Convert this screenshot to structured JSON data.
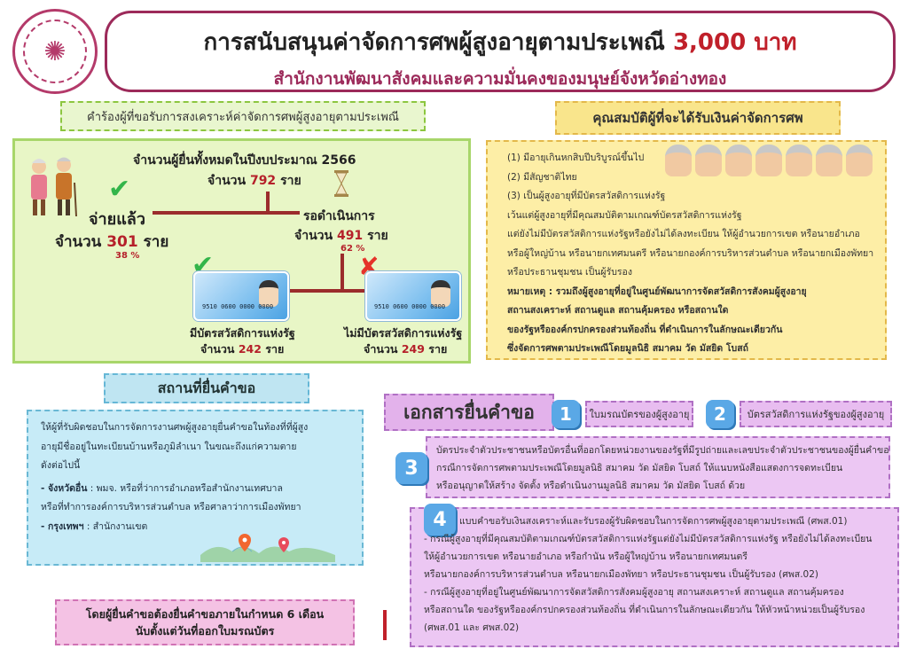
{
  "header": {
    "title": "การสนับสนุนค่าจัดการศพผู้สูงอายุตามประเพณี",
    "amount": "3,000 บาท",
    "subtitle": "สำนักงานพัฒนาสังคมและความมั่นคงของมนุษย์จังหวัดอ่างทอง"
  },
  "stats": {
    "section_label": "คำร้องผู้ที่ขอรับการสงเคราะห์ค่าจัดการศพผู้สูงอายุตามประเพณี",
    "total_label": "จำนวนผู้ยื่นทั้งหมดในปีงบประมาณ 2566",
    "total_prefix": "จำนวน",
    "total_value": "792",
    "unit": "ราย",
    "paid_label": "จ่ายแล้ว",
    "paid_prefix": "จำนวน",
    "paid_value": "301",
    "paid_percent": "38 %",
    "pending_label": "รอดำเนินการ",
    "pending_prefix": "จำนวน",
    "pending_value": "491",
    "pending_percent": "62 %",
    "card_yes_label": "มีบัตรสวัสดิการแห่งรัฐ",
    "card_yes_prefix": "จำนวน",
    "card_yes_value": "242",
    "card_no_label": "ไม่มีบัตรสวัสดิการแห่งรัฐ",
    "card_no_prefix": "จำนวน",
    "card_no_value": "249",
    "card_number": "9510 0600 0000 0000"
  },
  "qualifications": {
    "title": "คุณสมบัติผู้ที่จะได้รับเงินค่าจัดการศพ",
    "lines": [
      "(1) มีอายุเกินหกสิบปีบริบูรณ์ขึ้นไป",
      "(2) มีสัญชาติไทย",
      "(3) เป็นผู้สูงอายุที่มีบัตรสวัสดิการแห่งรัฐ",
      "เว้นแต่ผู้สูงอายุที่มีคุณสมบัติตามเกณฑ์บัตรสวัสดิการแห่งรัฐ",
      "แต่ยังไม่มีบัตรสวัสดิการแห่งรัฐหรือยังไม่ได้ลงทะเบียน ให้ผู้อำนวยการเขต หรือนายอำเภอ",
      "หรือผู้ใหญ่บ้าน หรือนายกเทศมนตรี หรือนายกองค์การบริหารส่วนตำบล หรือนายกเมืองพัทยา",
      "หรือประธานชุมชน เป็นผู้รับรอง"
    ],
    "remark_lines": [
      "หมายเหตุ : รวมถึงผู้สูงอายุที่อยู่ในศูนย์พัฒนาการจัดสวัสดิการสังคมผู้สูงอายุ",
      "สถานสงเคราะห์ สถานดูแล สถานคุ้มครอง หรือสถานใด",
      "ของรัฐหรือองค์กรปกครองส่วนท้องถิ่น ที่ดำเนินการในลักษณะเดียวกัน",
      "ซึ่งจัดการศพตามประเพณีโดยมูลนิธิ สมาคม วัด มัสยิด โบสถ์"
    ]
  },
  "location": {
    "title": "สถานที่ยื่นคำขอ",
    "lines": [
      "ให้ผู้ที่รับผิดชอบในการจัดการงานศพผู้สูงอายุยื่นคำขอในท้องที่ที่ผู้สูง",
      "อายุมีชื่ออยู่ในทะเบียนบ้านหรือภูมิลำเนา ในขณะถึงแก่ความตาย",
      "ดังต่อไปนี้"
    ],
    "province_label": "- จังหวัดอื่น",
    "province_text": ": พมจ. หรือที่ว่าการอำเภอหรือสำนักงานเทศบาล",
    "province_text2": "หรือที่ทำการองค์การบริหารส่วนตำบล หรือศาลาว่าการเมืองพัทยา",
    "bangkok_label": "- กรุงเทพฯ",
    "bangkok_text": ": สำนักงานเขต",
    "note_line1": "โดยผู้ยื่นคำขอต้องยื่นคำขอภายในกำหนด 6 เดือน",
    "note_line2": "นับตั้งแต่วันที่ออกใบมรณบัตร"
  },
  "documents": {
    "title": "เอกสารยื่นคำขอ",
    "items": [
      {
        "num": "1",
        "lines": [
          "ใบมรณบัตรของผู้สูงอายุ"
        ]
      },
      {
        "num": "2",
        "lines": [
          "บัตรสวัสดิการแห่งรัฐของผู้สูงอายุ"
        ]
      },
      {
        "num": "3",
        "lines": [
          "บัตรประจำตัวประชาชนหรือบัตรอื่นที่ออกโดยหน่วยงานของรัฐที่มีรูปถ่ายและเลขประจำตัวประชาชนของผู้ยื่นคำขอ",
          "กรณีการจัดการศพตามประเพณีโดยมูลนิธิ สมาคม วัด มัสยิด โบสถ์ ให้แนบหนังสือแสดงการจดทะเบียน",
          "หรืออนุญาตให้สร้าง จัดตั้ง หรือดำเนินงานมูลนิธิ สมาคม วัด มัสยิด โบสถ์ ด้วย"
        ]
      },
      {
        "num": "4",
        "lines": [
          "แบบคำขอรับเงินสงเคราะห์และรับรองผู้รับผิดชอบในการจัดการศพผู้สูงอายุตามประเพณี (ศพส.01)",
          "- กรณีผู้สูงอายุที่มีคุณสมบัติตามเกณฑ์บัตรสวัสดิการแห่งรัฐแต่ยังไม่มีบัตรสวัสดิการแห่งรัฐ หรือยังไม่ได้ลงทะเบียน",
          "ให้ผู้อำนวยการเขต หรือนายอำเภอ หรือกำนัน หรือผู้ใหญ่บ้าน หรือนายกเทศมนตรี",
          "หรือนายกองค์การบริหารส่วนตำบล หรือนายกเมืองพัทยา หรือประธานชุมชน เป็นผู้รับรอง (ศพส.02)",
          "- กรณีผู้สูงอายุที่อยู่ในศูนย์พัฒนาการจัดสวัสดิการสังคมผู้สูงอายุ สถานสงเคราะห์ สถานดูแล สถานคุ้มครอง",
          "หรือสถานใด ของรัฐหรือองค์กรปกครองส่วนท้องถิ่น ที่ดำเนินการในลักษณะเดียวกัน ให้หัวหน้าหน่วยเป็นผู้รับรอง",
          "(ศพส.01 และ ศพส.02)"
        ]
      }
    ]
  },
  "icons": {
    "logo": "emblem-icon",
    "check": "check-icon",
    "cross": "cross-icon",
    "hourglass": "hourglass-icon",
    "map_pin": "map-pin-icon"
  },
  "colors": {
    "brand": "#9c2a5a",
    "accent_red": "#c0202a",
    "green_panel": "#e8f6c6",
    "yellow_panel": "#fdeea6",
    "blue_panel": "#c7ebf7",
    "purple_panel": "#ecc7f3"
  }
}
